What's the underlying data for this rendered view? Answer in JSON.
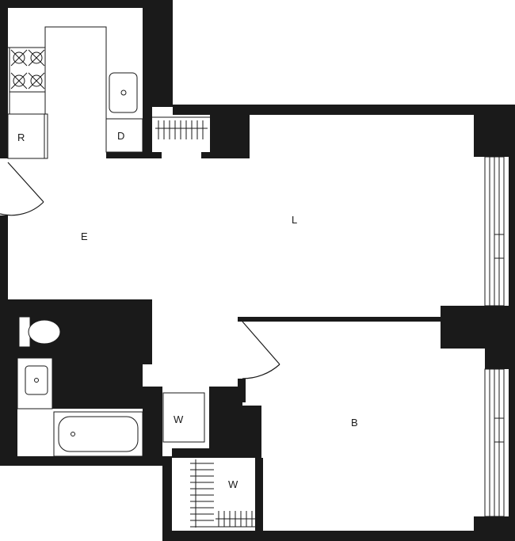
{
  "rooms": {
    "kitchen_refrigerator": "R",
    "kitchen_dishwasher": "D",
    "entry": "E",
    "living": "L",
    "bedroom": "B",
    "washer_dryer": "W",
    "walk_in_closet": "W"
  },
  "colors": {
    "wall": "#1a1a1a",
    "background": "#ffffff"
  }
}
